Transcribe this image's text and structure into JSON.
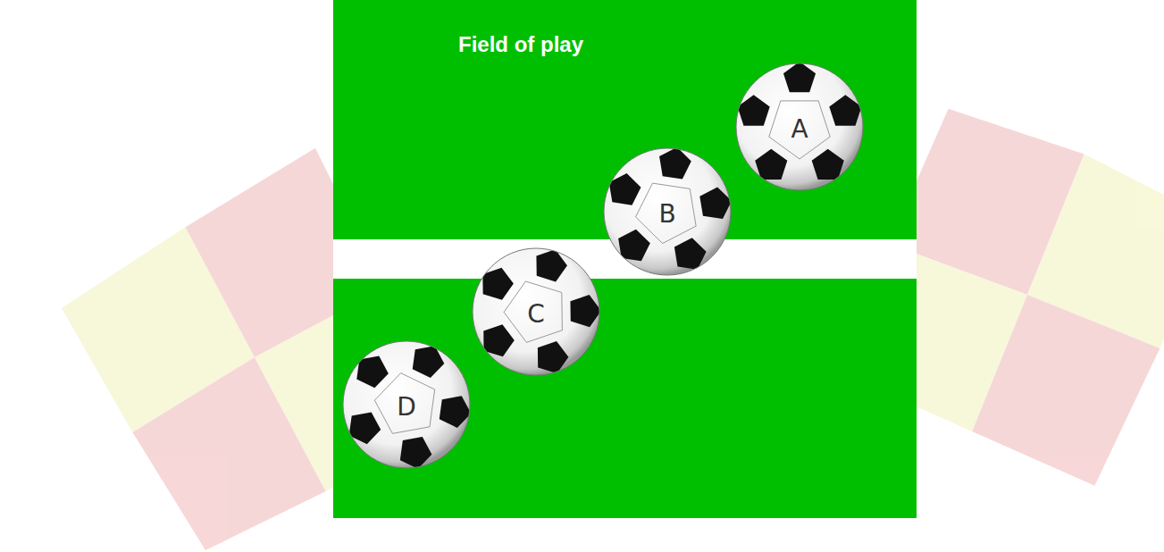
{
  "diagram": {
    "nodes": [
      {
        "text": [
          "A"
        ]
      },
      {
        "text": [
          "B"
        ]
      },
      {
        "text": [
          "C"
        ]
      },
      {
        "text": [
          "D"
        ]
      }
    ],
    "labels": [
      "Field of play"
    ]
  }
}
